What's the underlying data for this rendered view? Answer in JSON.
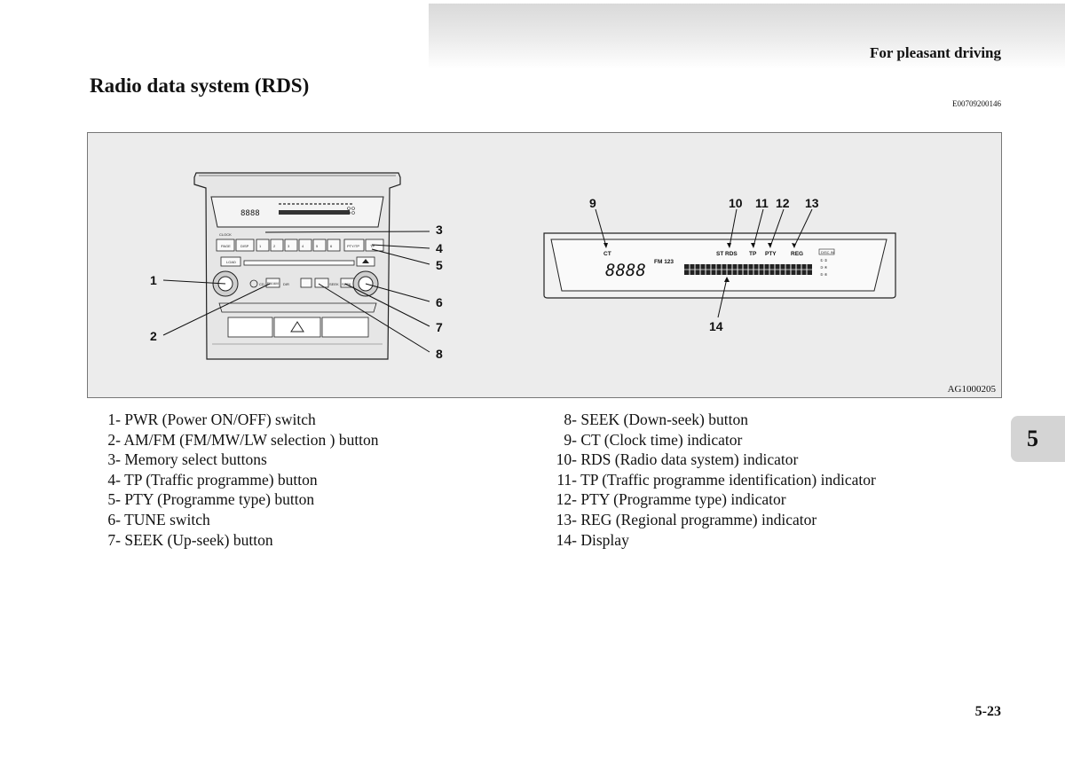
{
  "header": {
    "section_label": "For pleasant driving",
    "page_title": "Radio data system (RDS)",
    "doc_code": "E00709200146"
  },
  "figure": {
    "code": "AG1000205",
    "unit_callouts": [
      "1",
      "2",
      "3",
      "4",
      "5",
      "6",
      "7",
      "8"
    ],
    "display_callouts": [
      "9",
      "10",
      "11",
      "12",
      "13",
      "14"
    ],
    "display_labels": {
      "ct": "CT",
      "st": "ST",
      "rds": "RDS",
      "tp": "TP",
      "pty": "PTY",
      "reg": "REG",
      "band": "FM 123",
      "digits": "8888",
      "disc_label": "DISC IN",
      "disc_row1": "① ②",
      "disc_row2": "③ ④",
      "disc_row3": "⑤ ⑥"
    },
    "unit_labels": {
      "clock": "CLOCK",
      "page": "PAGE",
      "disp": "DISP",
      "presets": [
        "1",
        "2",
        "3",
        "4",
        "5",
        "6"
      ],
      "pty_tp": "PTY/TP",
      "tp": "TP",
      "load": "LOAD",
      "cd": "CD",
      "fm_am": "FM AM",
      "dir": "DIR",
      "seek_down": "SEEK",
      "seek_up": "SEEK",
      "mini_digits": "8888"
    }
  },
  "legend": {
    "left": [
      {
        "num": "1-",
        "text": "PWR (Power ON/OFF) switch"
      },
      {
        "num": "2-",
        "text": "AM/FM (FM/MW/LW selection ) button"
      },
      {
        "num": "3-",
        "text": "Memory select buttons"
      },
      {
        "num": "4-",
        "text": "TP (Traffic programme) button"
      },
      {
        "num": "5-",
        "text": "PTY (Programme type) button"
      },
      {
        "num": "6-",
        "text": "TUNE switch"
      },
      {
        "num": "7-",
        "text": "SEEK (Up-seek) button"
      }
    ],
    "right": [
      {
        "num": "8-",
        "text": "SEEK (Down-seek) button"
      },
      {
        "num": "9-",
        "text": "CT (Clock time) indicator"
      },
      {
        "num": "10-",
        "text": "RDS (Radio data system) indicator"
      },
      {
        "num": "11-",
        "text": "TP (Traffic programme identification) indicator"
      },
      {
        "num": "12-",
        "text": "PTY (Programme type) indicator"
      },
      {
        "num": "13-",
        "text": "REG (Regional programme) indicator"
      },
      {
        "num": "14-",
        "text": "Display"
      }
    ]
  },
  "chapter_tab": "5",
  "page_number": "5-23"
}
